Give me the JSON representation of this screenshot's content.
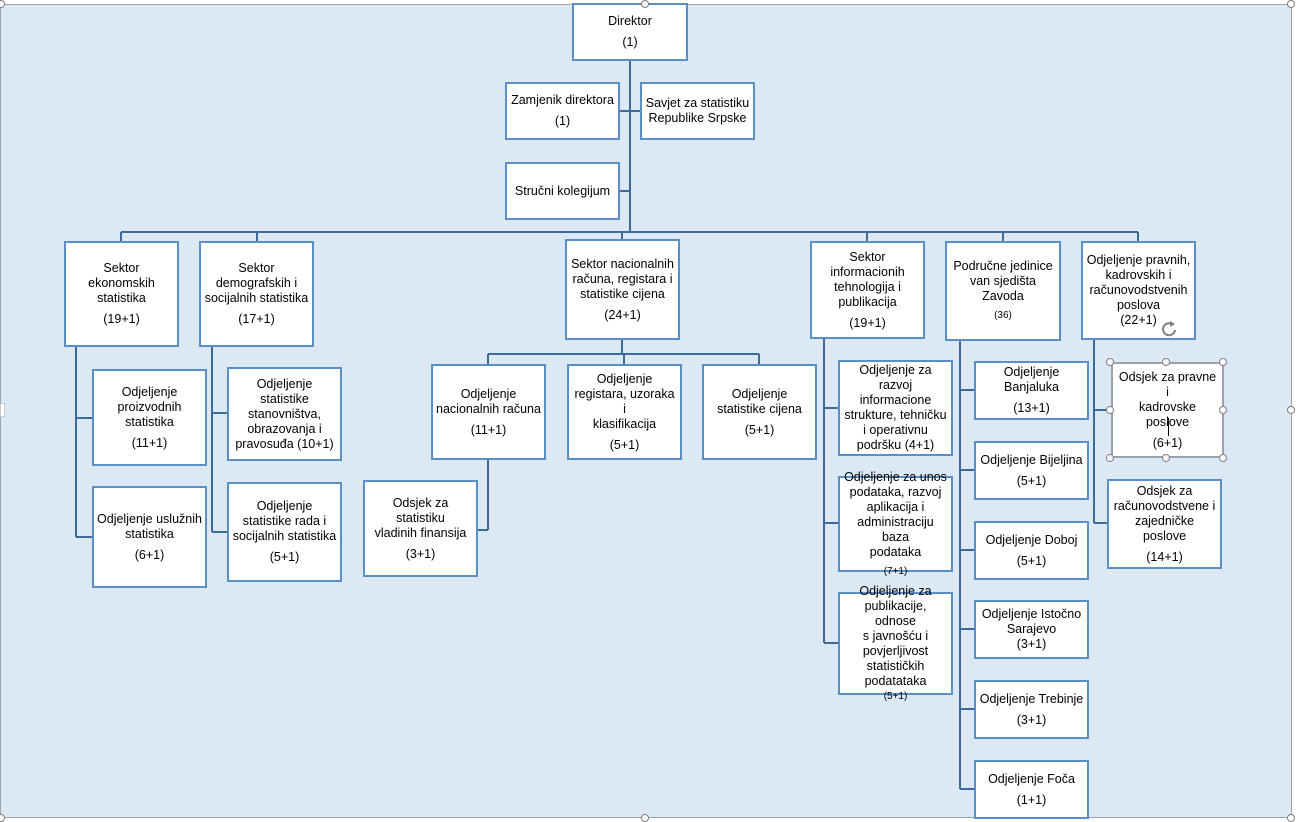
{
  "boxes": {
    "direktor": {
      "title": "Direktor",
      "count": "(1)"
    },
    "zamjenik": {
      "title": "Zamjenik direktora",
      "count": "(1)"
    },
    "savjet": {
      "title": "Savjet za statistiku\nRepublike Srpske"
    },
    "kolegijum": {
      "title": "Stručni kolegijum"
    },
    "sek_ekon": {
      "title": "Sektor ekonomskih\nstatistika",
      "count": "(19+1)"
    },
    "odj_proiz": {
      "title": "Odjeljenje\nproizvodnih\nstatistika",
      "count": "(11+1)"
    },
    "odj_usluz": {
      "title": "Odjeljenje uslužnih\nstatistika",
      "count": "(6+1)"
    },
    "sek_demo": {
      "title": "Sektor\ndemografskih i\nsocijalnih statistika",
      "count": "(17+1)"
    },
    "odj_stan": {
      "title": "Odjeljenje\nstatistike\nstanovništva,\nobrazovanja i\npravosuđa (10+1)"
    },
    "odj_rada": {
      "title": "Odjeljenje\nstatistike rada i\nsocijalnih statistika",
      "count": "(5+1)"
    },
    "sek_nac": {
      "title": "Sektor nacionalnih\nračuna, registara i\nstatistike cijena",
      "count": "(24+1)"
    },
    "odj_nacrac": {
      "title": "Odjeljenje\nnacionalnih računa",
      "count": "(11+1)"
    },
    "odsjek_vlad": {
      "title": "Odsjek za statistiku\nvladinih finansija",
      "count": "(3+1)"
    },
    "odj_reg": {
      "title": "Odjeljenje\nregistara, uzoraka i\nklasifikacija",
      "count": "(5+1)"
    },
    "odj_cijena": {
      "title": "Odjeljenje\nstatistike cijena",
      "count": "(5+1)"
    },
    "sek_it": {
      "title": "Sektor\ninformacionih\ntehnologija i\npublikacija",
      "count": "(19+1)"
    },
    "odj_razvoj": {
      "title": "Odjeljenje za\nrazvoj\ninformacione\nstrukture, tehničku\ni operativnu\npodršku (4+1)"
    },
    "odj_unos": {
      "title": "Odjeljenje za unos\npodataka, razvoj\naplikacija i\nadministraciju baza\npodataka",
      "count": "(7+1)"
    },
    "odj_publ": {
      "title": "Odjeljenje za\npublikacije, odnose\ns javnošću i\npovjerljivost\nstatističkih\npodatataka",
      "count": "(5+1)"
    },
    "podr_jed": {
      "title": "Područne jedinice\nvan sjedišta\nZavoda",
      "count": "(36)"
    },
    "odj_bl": {
      "title": "Odjeljenje\nBanjaluka",
      "count": "(13+1)"
    },
    "odj_bij": {
      "title": "Odjeljenje Bijeljina",
      "count": "(5+1)"
    },
    "odj_dob": {
      "title": "Odjeljenje Doboj",
      "count": "(5+1)"
    },
    "odj_is": {
      "title": "Odjeljenje Istočno\nSarajevo",
      "count": "(3+1)"
    },
    "odj_treb": {
      "title": "Odjeljenje Trebinje",
      "count": "(3+1)"
    },
    "odj_foca": {
      "title": "Odjeljenje Foča",
      "count": "(1+1)"
    },
    "odj_prav": {
      "title": "Odjeljenje pravnih,\nkadrovskih i\nračunovodstvenih\nposlova",
      "count": "(22+1)"
    },
    "odsjek_prav": {
      "title": "Odsjek za pravne i\nkadrovske poslove",
      "count": "(6+1)"
    },
    "odsjek_rac": {
      "title": "Odsjek za\nračunovodstvene i\nzajedničke poslove",
      "count": "(14+1)"
    }
  },
  "colors": {
    "box_border": "#5b8fc7",
    "connector": "#3c6a9a",
    "background": "#dce9f5"
  }
}
